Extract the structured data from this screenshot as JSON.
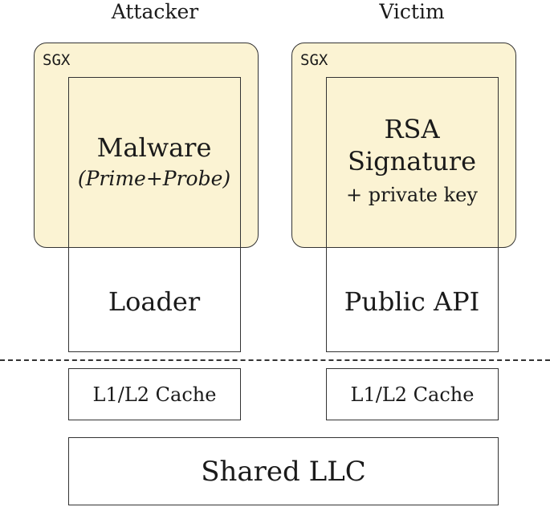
{
  "columns": {
    "attacker": {
      "title": "Attacker",
      "sgx_label": "SGX",
      "enclave_line1": "Malware",
      "enclave_line2": "(Prime+Probe)",
      "process_label": "Loader",
      "cache_label": "L1/L2 Cache"
    },
    "victim": {
      "title": "Victim",
      "sgx_label": "SGX",
      "enclave_line1": "RSA",
      "enclave_line2": "Signature",
      "enclave_line3": "+ private key",
      "process_label": "Public API",
      "cache_label": "L1/L2 Cache"
    }
  },
  "shared": {
    "llc_label": "Shared LLC"
  },
  "colors": {
    "sgx_fill": "#fbf3d3",
    "stroke": "#333333"
  }
}
